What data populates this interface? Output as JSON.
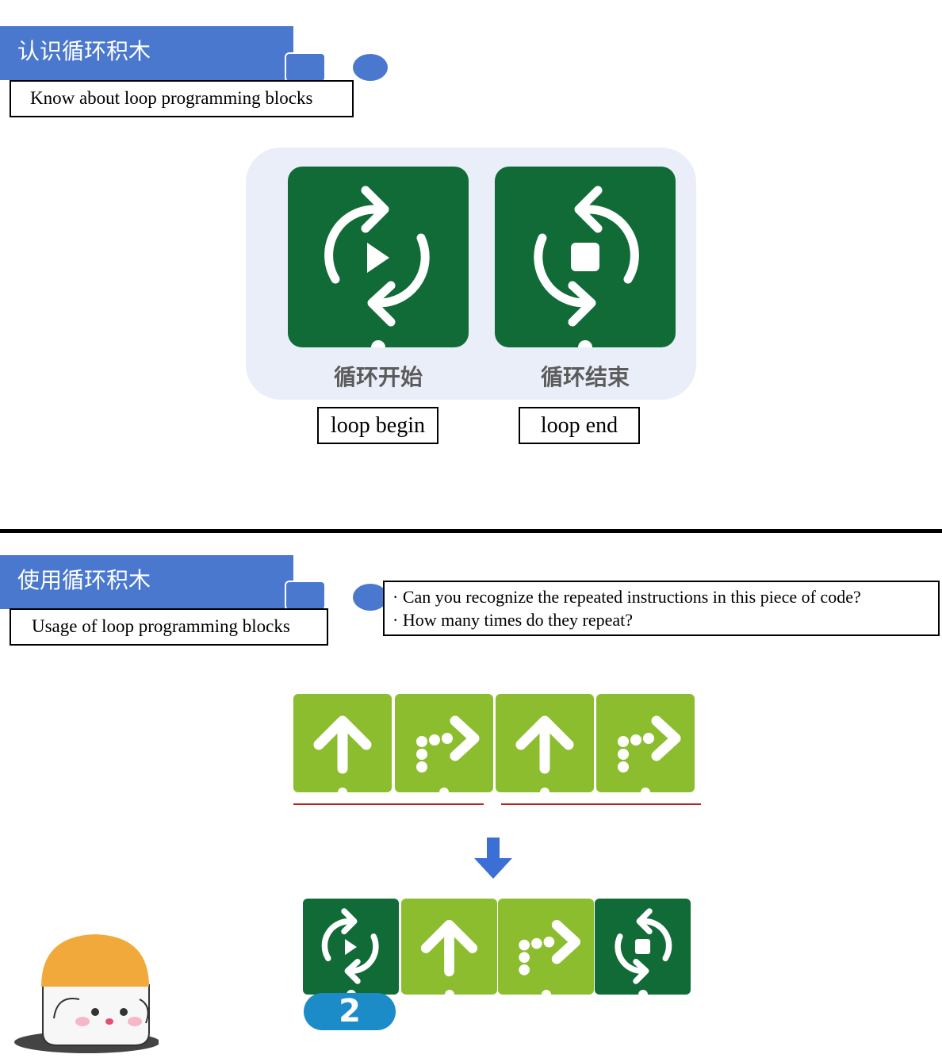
{
  "section1": {
    "title": "认识循环积木",
    "subtitle": "Know about loop programming blocks",
    "blocks": [
      {
        "icon": "loop-begin-icon",
        "label_cn": "循环开始",
        "label_en": "loop begin"
      },
      {
        "icon": "loop-end-icon",
        "label_cn": "循环结束",
        "label_en": "loop end"
      }
    ]
  },
  "section2": {
    "title": "使用循环积木",
    "subtitle": "Usage of loop programming blocks",
    "questions": [
      "· Can you recognize the repeated instructions in this piece of code?",
      "· How many times do they repeat?"
    ],
    "sequence_before": [
      "forward-arrow-icon",
      "turn-right-icon",
      "forward-arrow-icon",
      "turn-right-icon"
    ],
    "sequence_after": [
      "loop-begin-icon",
      "forward-arrow-icon",
      "turn-right-icon",
      "loop-end-icon"
    ],
    "repeat_count": "2"
  },
  "colors": {
    "header_blue": "#4a78cf",
    "loop_green": "#116b37",
    "move_green": "#8cbd2f",
    "counter_blue": "#1c8cc9",
    "underline_red": "#b32121",
    "mascot_cap": "#f2a93b"
  }
}
